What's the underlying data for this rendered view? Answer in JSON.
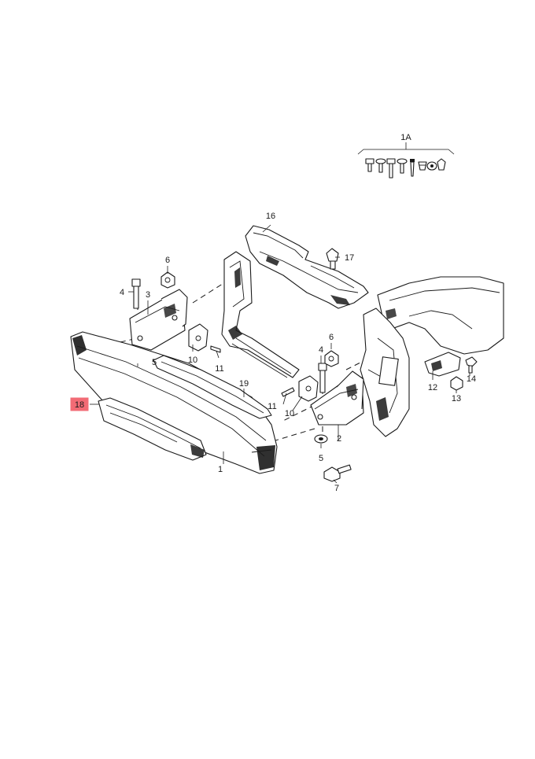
{
  "callouts": {
    "c1": "1",
    "c2": "2",
    "c3": "3",
    "c4a": "4",
    "c4b": "4",
    "c5a": "5",
    "c5b": "5",
    "c6a": "6",
    "c6b": "6",
    "c7": "7",
    "c10a": "10",
    "c10b": "10",
    "c11a": "11",
    "c11b": "11",
    "c12": "12",
    "c13": "13",
    "c14": "14",
    "c16": "16",
    "c17": "17",
    "c18": "18",
    "c19": "19",
    "c1a": "1A"
  },
  "highlight": {
    "part": "18",
    "color": "#f26b75"
  }
}
